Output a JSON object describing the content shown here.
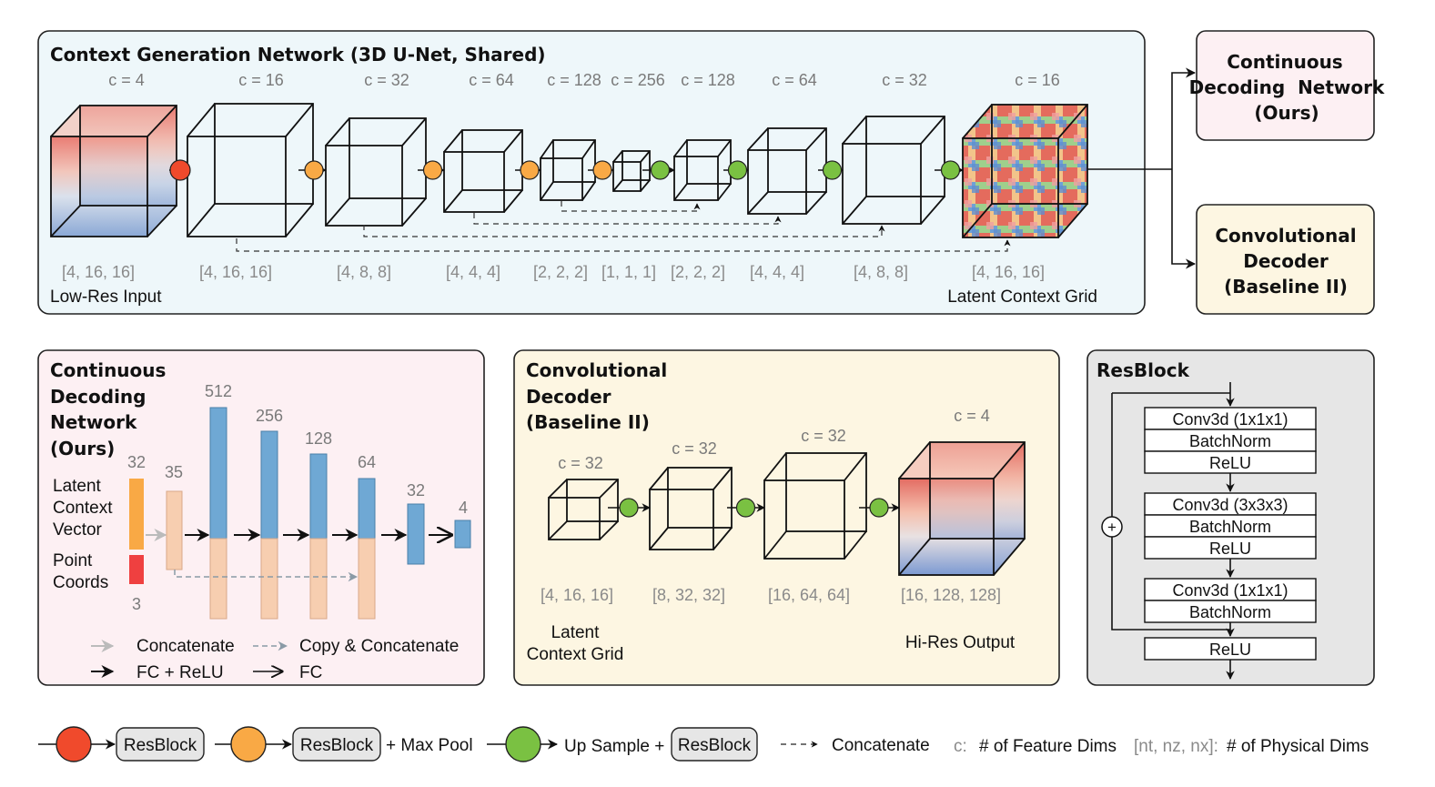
{
  "context_network": {
    "title": "Context Generation Network (3D U-Net, Shared)",
    "channels": [
      "c = 4",
      "c = 16",
      "c = 32",
      "c = 64",
      "c = 128",
      "c = 256",
      "c = 128",
      "c = 64",
      "c = 32",
      "c = 16"
    ],
    "dims": [
      "[4, 16, 16]",
      "[4, 16, 16]",
      "[4, 8, 8]",
      "[4, 4, 4]",
      "[2, 2, 2]",
      "[1, 1, 1]",
      "[2, 2, 2]",
      "[4, 4, 4]",
      "[4, 8, 8]",
      "[4, 16, 16]"
    ],
    "input_label": "Low-Res Input",
    "output_label": "Latent Context Grid"
  },
  "outputs": {
    "continuous": [
      "Continuous",
      "Decoding  Network",
      "(Ours)"
    ],
    "convolutional": [
      "Convolutional",
      "Decoder",
      "(Baseline II)"
    ]
  },
  "continuous_panel": {
    "title": [
      "Continuous",
      "Decoding",
      "Network",
      "(Ours)"
    ],
    "latent_label": [
      "Latent",
      "Context",
      "Vector"
    ],
    "point_label": [
      "Point",
      "Coords"
    ],
    "latent_dim": "32",
    "point_dim": "3",
    "layer_dims": [
      "35",
      "512",
      "256",
      "128",
      "64",
      "32",
      "4"
    ],
    "legend": {
      "concatenate": "Concatenate",
      "copy_concatenate": "Copy & Concatenate",
      "fc_relu": "FC + ReLU",
      "fc": "FC"
    }
  },
  "conv_panel": {
    "title": [
      "Convolutional",
      "Decoder",
      "(Baseline II)"
    ],
    "channels": [
      "c = 32",
      "c = 32",
      "c = 32",
      "c = 4"
    ],
    "dims": [
      "[4, 16, 16]",
      "[8, 32, 32]",
      "[16, 64, 64]",
      "[16, 128, 128]"
    ],
    "input_label": [
      "Latent",
      "Context Grid"
    ],
    "output_label": "Hi-Res Output"
  },
  "resblock_panel": {
    "title": "ResBlock",
    "layers": [
      "Conv3d (1x1x1)",
      "BatchNorm",
      "ReLU",
      "Conv3d (3x3x3)",
      "BatchNorm",
      "ReLU",
      "Conv3d (1x1x1)",
      "BatchNorm",
      "ReLU"
    ],
    "sum_symbol": "+"
  },
  "legend": {
    "resblock": "ResBlock",
    "max_pool": "+ Max Pool",
    "up_sample": "Up Sample +",
    "concatenate": "Concatenate",
    "c_prefix": "c:",
    "feature_dims": "# of Feature Dims",
    "physical_prefix": "[nt, nz, nx]:",
    "physical_dims": "# of Physical Dims"
  },
  "colors": {
    "red": "#f04a2c",
    "orange": "#f9a945",
    "green": "#7ac142",
    "blue": "#6fa8d4",
    "peach": "#f7ceb0",
    "context_bg": "#eef7fa",
    "continuous_bg": "#fdf0f3",
    "conv_bg": "#fdf6e2",
    "resblock_bg": "#e6e6e6"
  }
}
